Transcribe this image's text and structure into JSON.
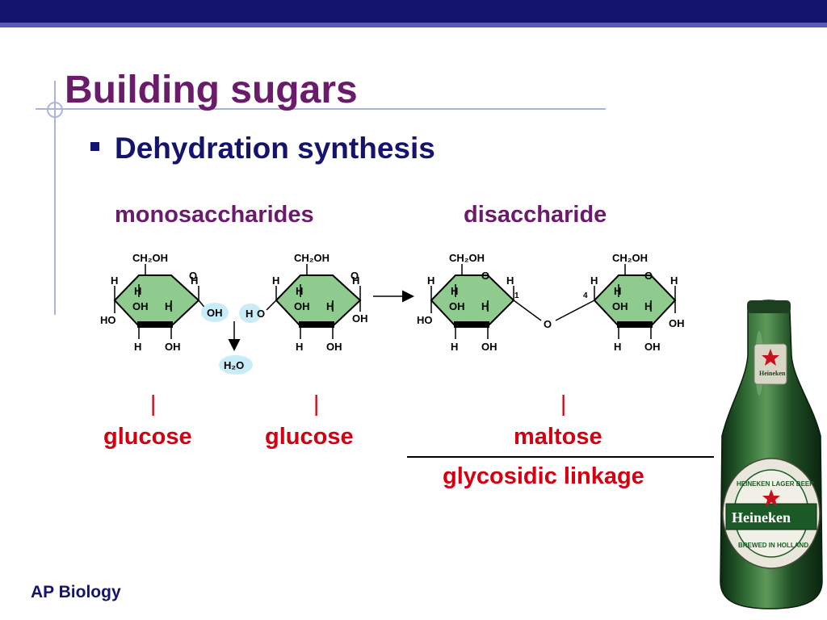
{
  "slide": {
    "title": "Building sugars",
    "bullet": "Dehydration synthesis",
    "footer": "AP Biology"
  },
  "diagram": {
    "header_left": "monosaccharides",
    "header_right": "disaccharide",
    "atoms": {
      "ch2oh": "CH₂OH",
      "ring_o": "O",
      "h": "H",
      "oh": "OH",
      "ho": "HO",
      "bridge_o": "O",
      "carbon_1": "1",
      "carbon_4": "4",
      "leaving_oh": "OH",
      "leaving_h": "H",
      "leaving_o": "O",
      "water": "H₂O"
    },
    "labels": {
      "tick": "|",
      "glucose_1": "glucose",
      "glucose_2": "glucose",
      "maltose": "maltose",
      "linkage": "glycosidic linkage"
    },
    "colors": {
      "ring_fill": "#8fca8f",
      "highlight": "#c8ecf8",
      "title": "#6a1b6a",
      "label_red": "#d40010",
      "navy": "#14146e"
    }
  },
  "image": {
    "bottle_label_brand": "Heineken",
    "bottle_label_top": "HEINEKEN LAGER BEER",
    "bottle_label_bottom": "BREWED IN HOLLAND",
    "bottle_neck_label": "Heineken"
  }
}
